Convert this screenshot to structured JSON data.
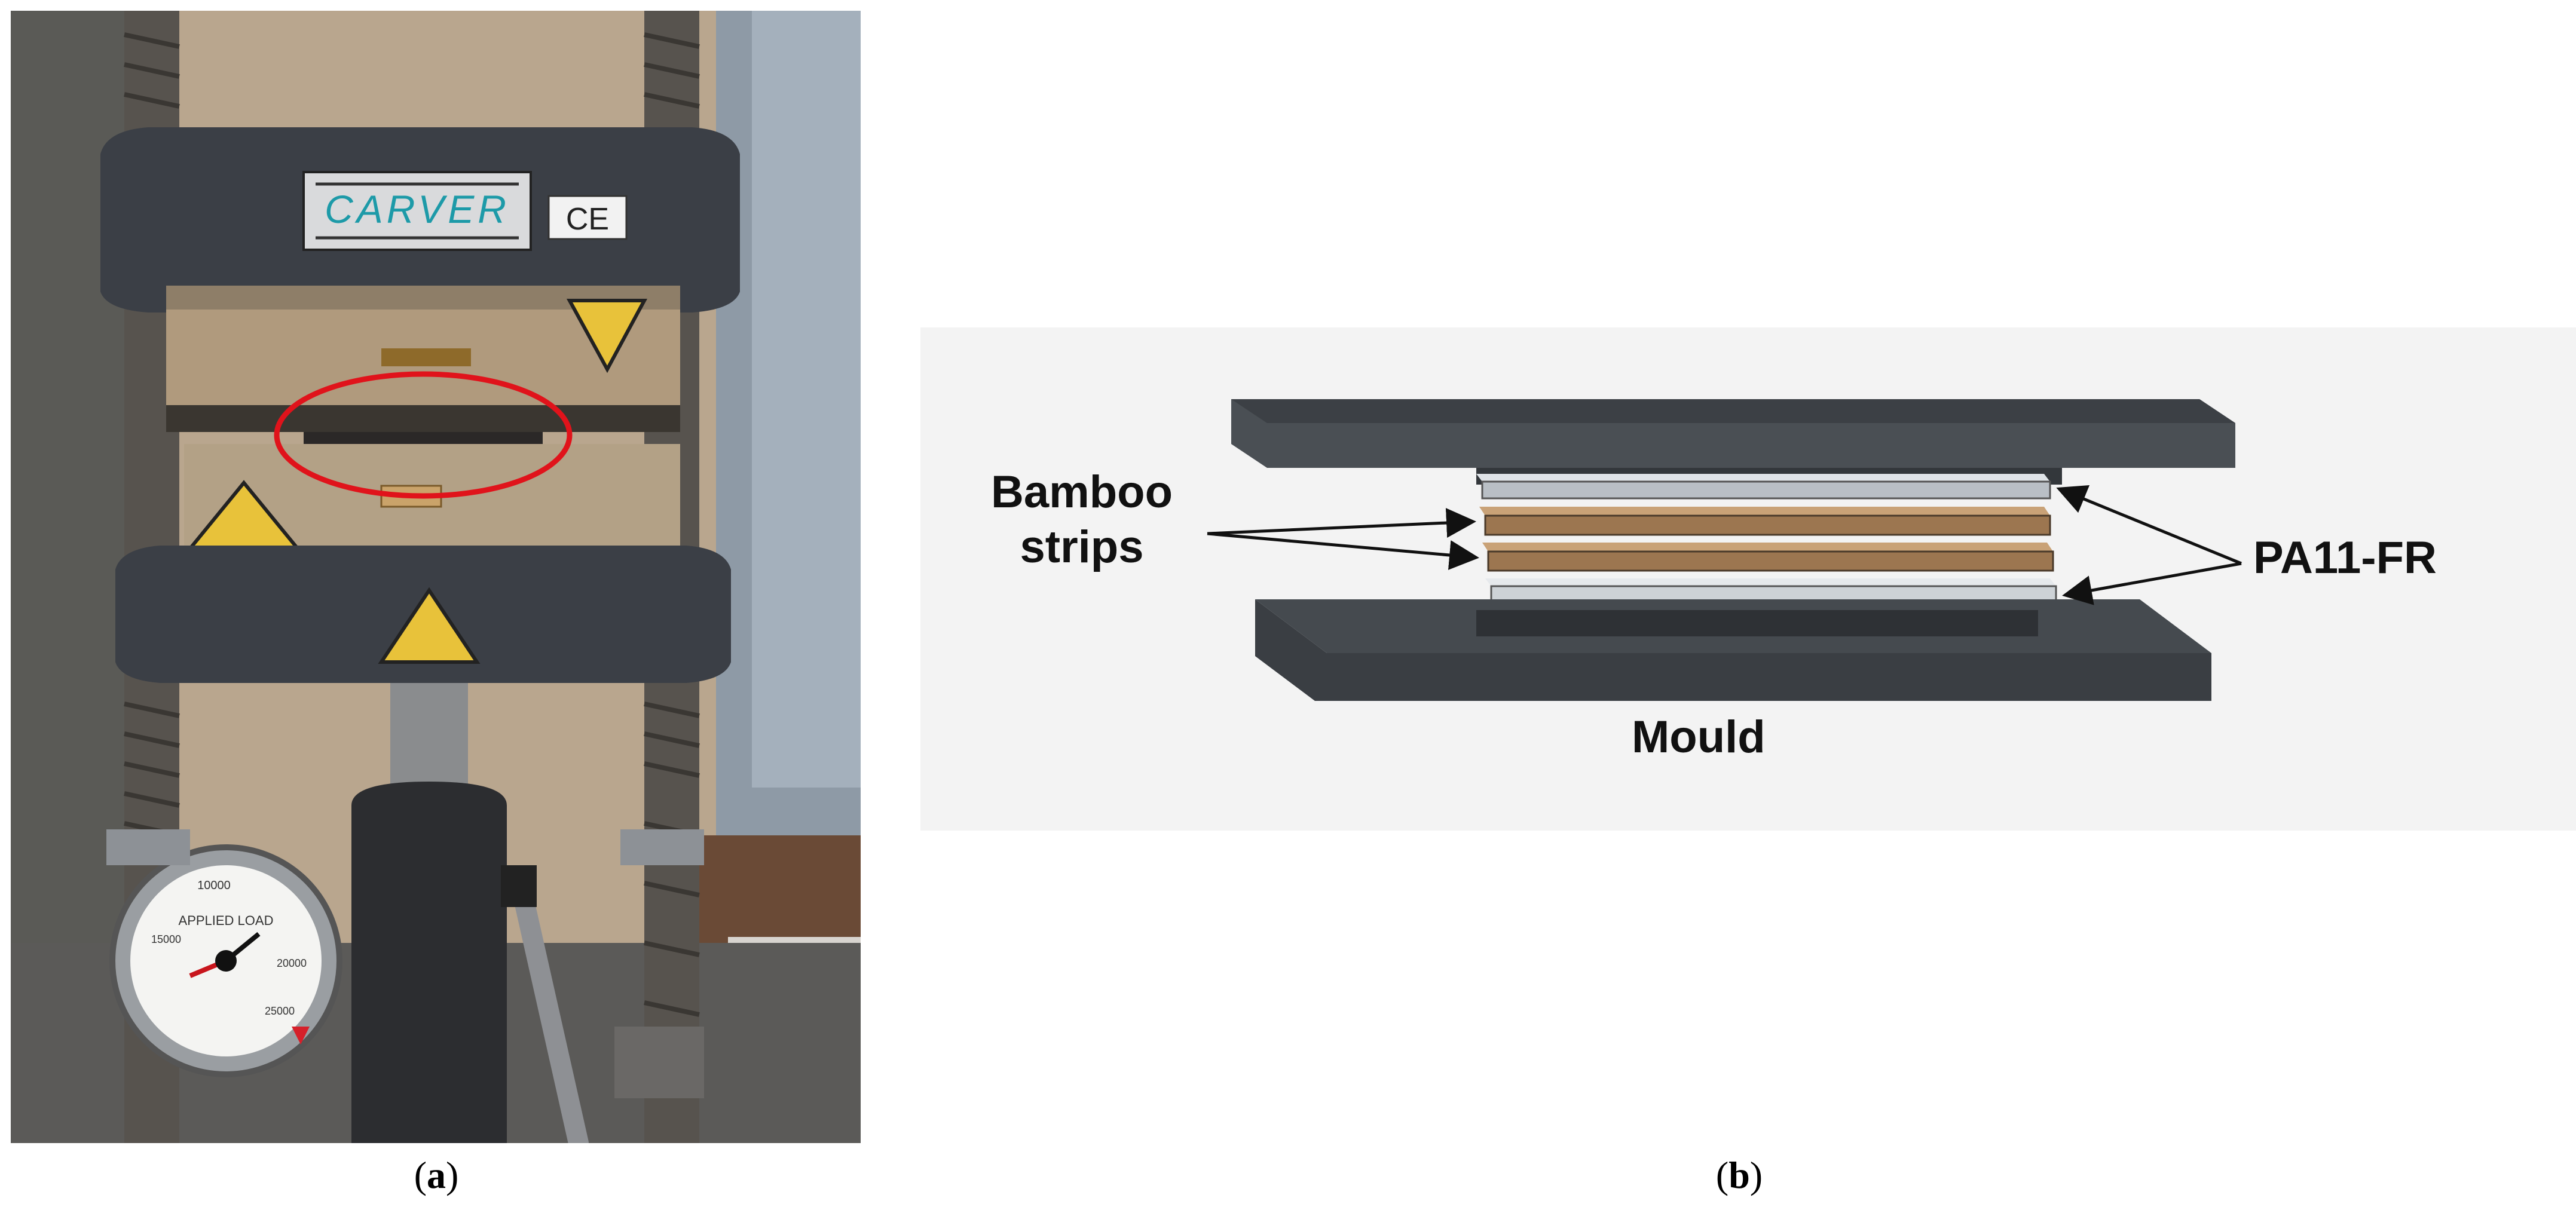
{
  "panels": {
    "a": {
      "label": "a"
    },
    "b": {
      "label": "b"
    }
  },
  "photo": {
    "brand_plate": "CARVER",
    "ce_mark": "CE",
    "gauge_title": "APPLIED LOAD",
    "gauge_values": [
      "10000",
      "15000",
      "20000",
      "25000"
    ],
    "highlight_color": "#e0131b"
  },
  "schematic": {
    "label_bamboo": "Bamboo\nstrips",
    "label_pa11": "PA11-FR",
    "label_mould": "Mould"
  },
  "colors": {
    "press_body": "#3b3f46",
    "mould_gray": "#3e4246",
    "bamboo": "#b48e62",
    "pa11": "#c9ced3",
    "background_panel": "#f3f3f3"
  }
}
